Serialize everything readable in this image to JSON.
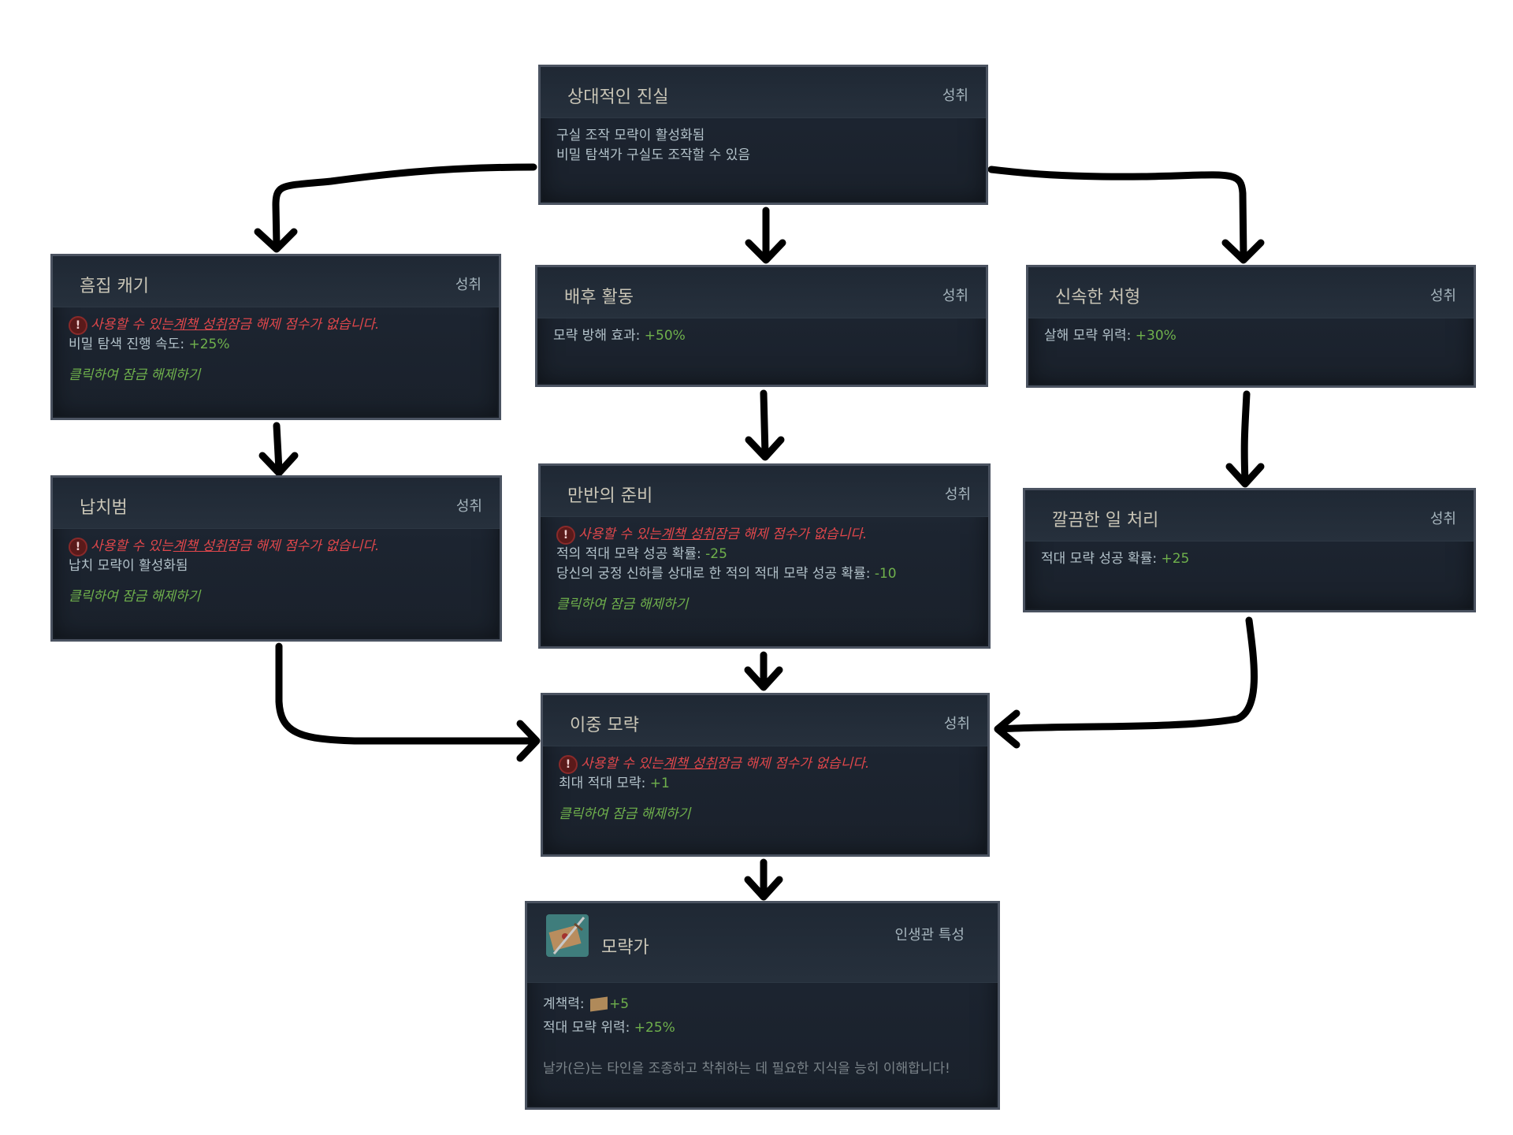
{
  "common": {
    "kind_achievement": "성취",
    "warning_prefix": "사용할 수 있는 ",
    "warning_link": "계책 성취",
    "warning_suffix": " 잠금 해제 점수가 없습니다.",
    "click_to_unlock": "클릭하여 잠금 해제하기"
  },
  "nodes": {
    "relative_truth": {
      "title": "상대적인 진실",
      "lines": [
        "구실 조작 모략이 활성화됨",
        "비밀 탐색가 구실도 조작할 수 있음"
      ]
    },
    "dig_dirt": {
      "title": "흠집 캐기",
      "stat_label": "비밀 탐색 진행 속도: ",
      "stat_value": "+25%"
    },
    "backroom": {
      "title": "배후 활동",
      "stat_label": "모략 방해 효과: ",
      "stat_value": "+50%"
    },
    "swift_exec": {
      "title": "신속한 처형",
      "stat_label": "살해 모략 위력: ",
      "stat_value": "+30%"
    },
    "kidnapper": {
      "title": "납치범",
      "line": "납치 모략이 활성화됨"
    },
    "prepared": {
      "title": "만반의 준비",
      "stat1_label": "적의 적대 모략 성공 확률: ",
      "stat1_value": "-25",
      "stat2_label": "당신의 궁정 신하를 상대로 한 적의 적대 모략 성공 확률: ",
      "stat2_value": "-10"
    },
    "clean_job": {
      "title": "깔끔한 일 처리",
      "stat_label": "적대 모략 성공 확률: ",
      "stat_value": "+25"
    },
    "double_scheme": {
      "title": "이중 모략",
      "stat_label": "최대 적대 모략: ",
      "stat_value": "+1"
    },
    "schemer": {
      "title": "모략가",
      "kind": "인생관 특성",
      "stat1_label": "계책력: ",
      "stat1_value": "+5",
      "stat2_label": "적대 모략 위력: ",
      "stat2_value": "+25%",
      "description": "날카(은)는 타인을 조종하고 착취하는 데 필요한 지식을 능히 이해합니다!"
    }
  },
  "colors": {
    "warning": "#e0474b",
    "positive": "#6fb04c",
    "title": "#c9c5b6"
  }
}
